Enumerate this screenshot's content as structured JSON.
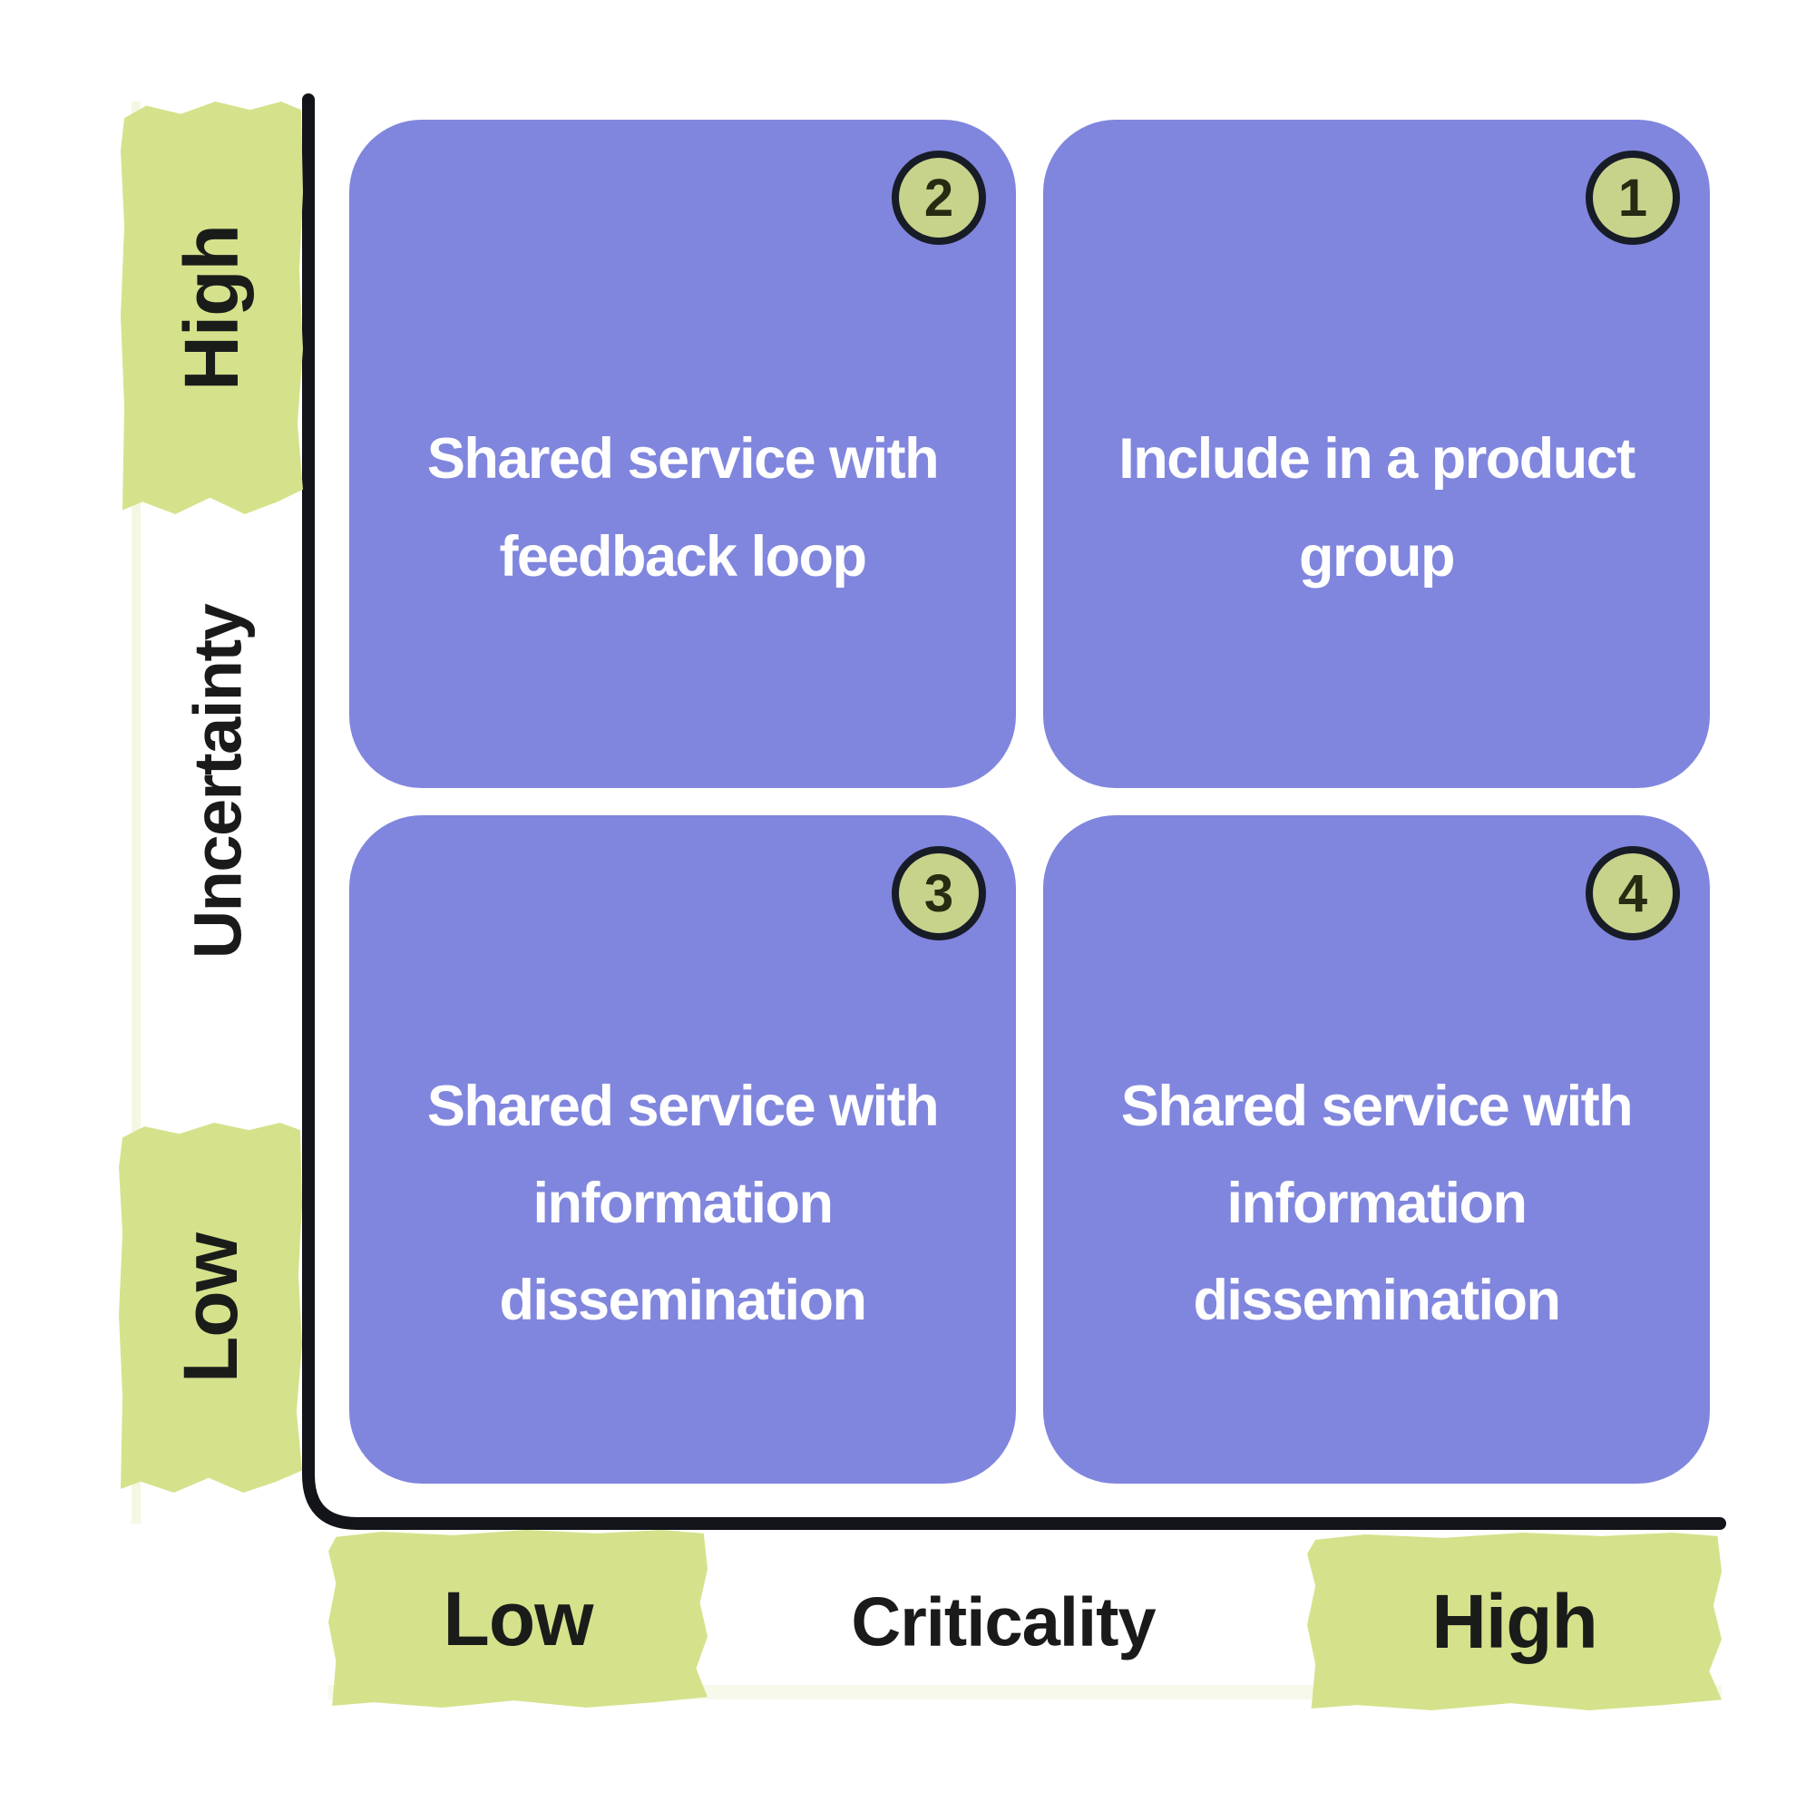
{
  "axes": {
    "y": {
      "title": "Uncertainty",
      "high_label": "High",
      "low_label": "Low"
    },
    "x": {
      "title": "Criticality",
      "low_label": "Low",
      "high_label": "High"
    }
  },
  "quadrants": [
    {
      "badge": "2",
      "position": "top-left",
      "label": "Shared service with\nfeedback loop"
    },
    {
      "badge": "1",
      "position": "top-right",
      "label": "Include in a product\ngroup"
    },
    {
      "badge": "3",
      "position": "bottom-left",
      "label": "Shared service with\ninformation\ndissemination"
    },
    {
      "badge": "4",
      "position": "bottom-right",
      "label": "Shared service with\ninformation\ndissemination"
    }
  ],
  "colors": {
    "quadrant_fill": "#8086DD",
    "highlight_green": "#D5E28B",
    "badge_fill": "#C7D38B",
    "badge_border": "#181C27",
    "axis_line": "#121419",
    "text_dark": "#1A1A1A",
    "text_light": "#FFFFFF"
  }
}
